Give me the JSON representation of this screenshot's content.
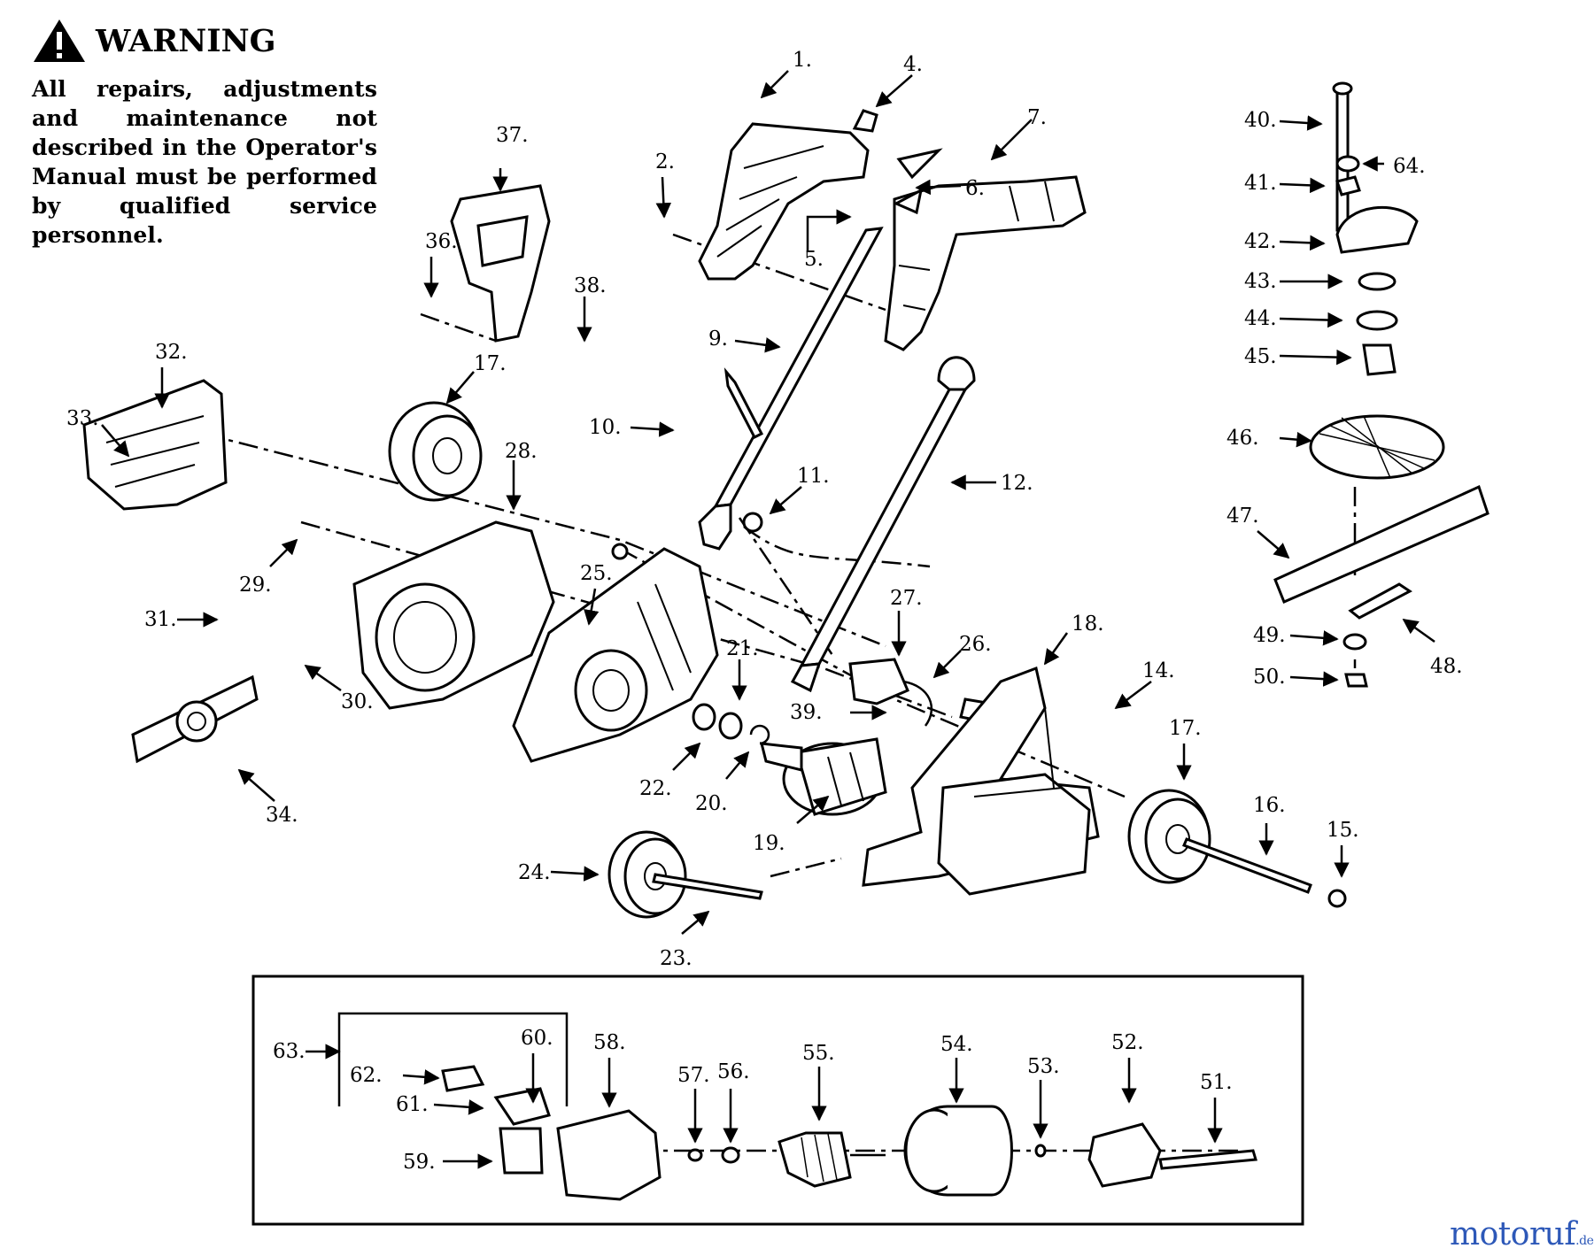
{
  "warning": {
    "title": "WARNING",
    "text": "All repairs, adjustments and maintenance not described in the Operator's Manual must be performed by qualified service personnel."
  },
  "logo": {
    "name": "motoruf",
    "domain": ".de"
  },
  "part_labels": [
    "1.",
    "2.",
    "4.",
    "5.",
    "6.",
    "7.",
    "9.",
    "10.",
    "11.",
    "12.",
    "14.",
    "15.",
    "16.",
    "17.",
    "17.",
    "18.",
    "19.",
    "20.",
    "21.",
    "22.",
    "23.",
    "24.",
    "25.",
    "26.",
    "27.",
    "28.",
    "29.",
    "30.",
    "31.",
    "32.",
    "33.",
    "34.",
    "36.",
    "37.",
    "38.",
    "39.",
    "40.",
    "41.",
    "42.",
    "43.",
    "44.",
    "45.",
    "46.",
    "47.",
    "48.",
    "49.",
    "50.",
    "51.",
    "52.",
    "53.",
    "54.",
    "55.",
    "56.",
    "57.",
    "58.",
    "59.",
    "60.",
    "61.",
    "62.",
    "63.",
    "64."
  ]
}
